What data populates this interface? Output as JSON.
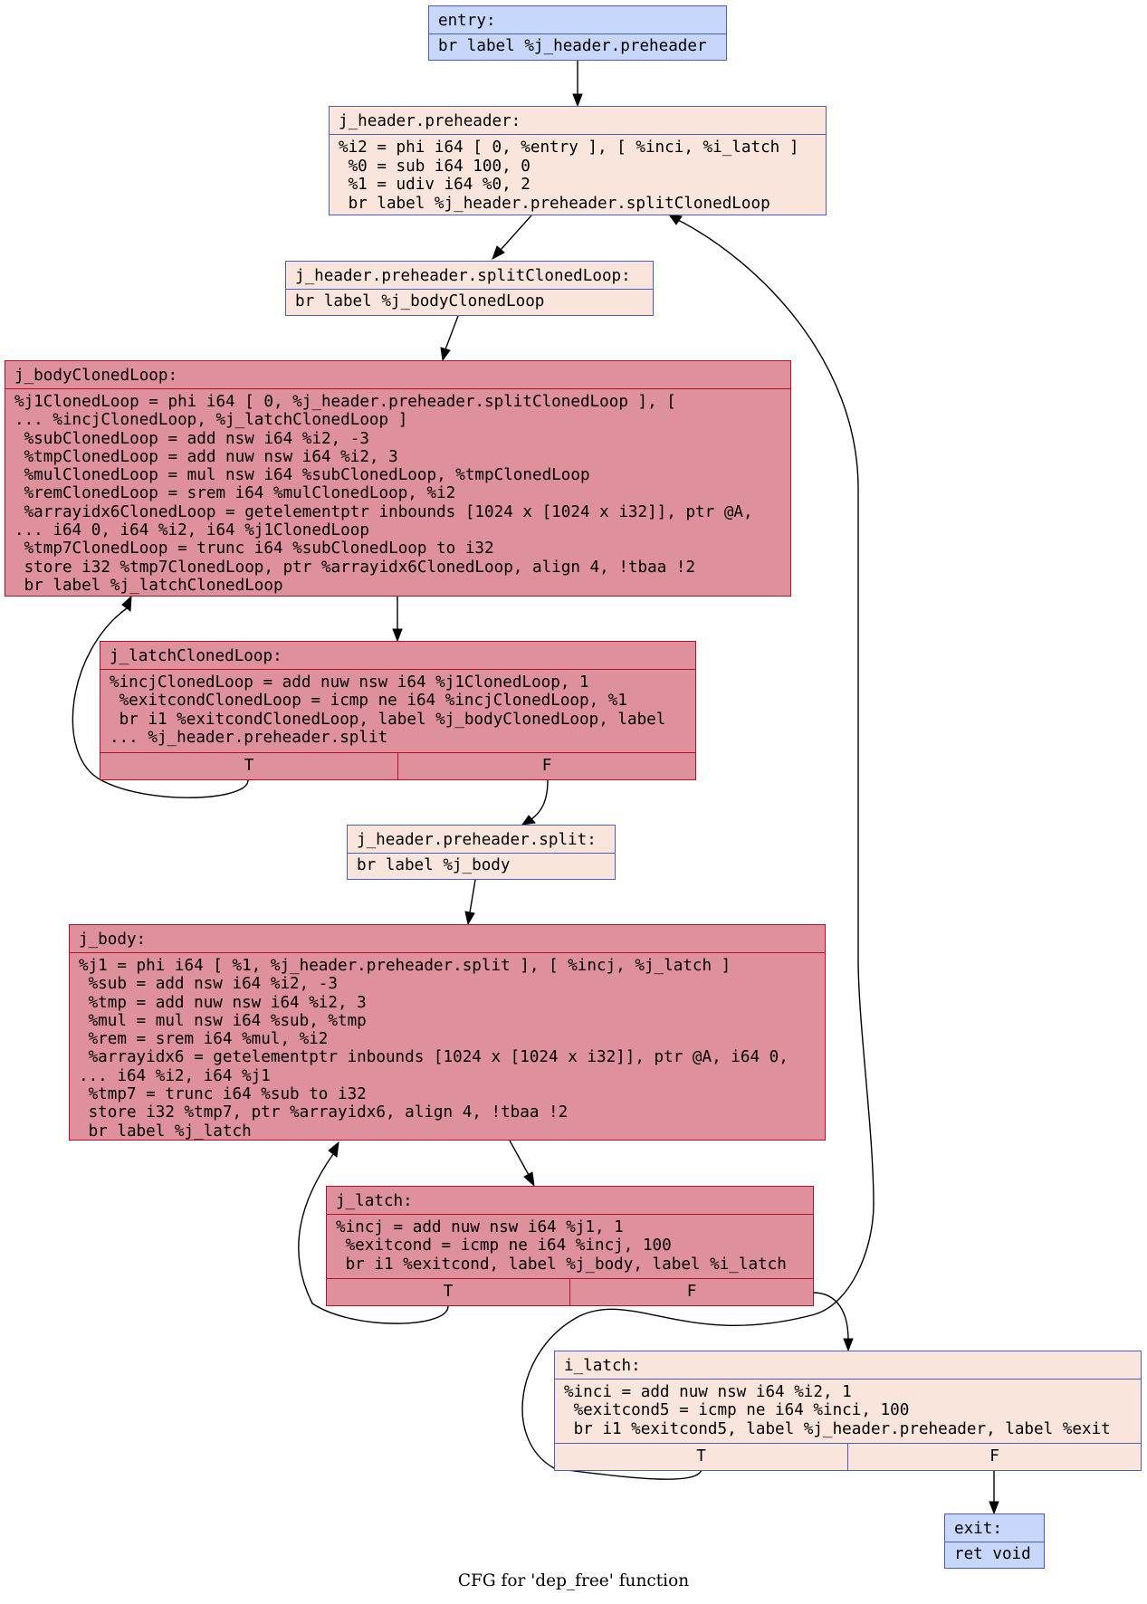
{
  "graph": {
    "caption": "CFG for 'dep_free' function",
    "colors": {
      "cold_fill": "#c7d7fb",
      "warm_fill": "#f9e5dc",
      "hot_fill": "#de919c",
      "cold_border": "#4a5fc1",
      "hot_border": "#b70d28"
    },
    "nodes": {
      "entry": {
        "title": "entry:",
        "body": "br label %j_header.preheader"
      },
      "preheader": {
        "title": "j_header.preheader:",
        "body": "%i2 = phi i64 [ 0, %entry ], [ %inci, %i_latch ]\n %0 = sub i64 100, 0\n %1 = udiv i64 %0, 2\n br label %j_header.preheader.splitClonedLoop"
      },
      "split_cloned": {
        "title": "j_header.preheader.splitClonedLoop:",
        "body": "br label %j_bodyClonedLoop"
      },
      "body_cloned": {
        "title": "j_bodyClonedLoop:",
        "body": "%j1ClonedLoop = phi i64 [ 0, %j_header.preheader.splitClonedLoop ], [\n... %incjClonedLoop, %j_latchClonedLoop ]\n %subClonedLoop = add nsw i64 %i2, -3\n %tmpClonedLoop = add nuw nsw i64 %i2, 3\n %mulClonedLoop = mul nsw i64 %subClonedLoop, %tmpClonedLoop\n %remClonedLoop = srem i64 %mulClonedLoop, %i2\n %arrayidx6ClonedLoop = getelementptr inbounds [1024 x [1024 x i32]], ptr @A,\n... i64 0, i64 %i2, i64 %j1ClonedLoop\n %tmp7ClonedLoop = trunc i64 %subClonedLoop to i32\n store i32 %tmp7ClonedLoop, ptr %arrayidx6ClonedLoop, align 4, !tbaa !2\n br label %j_latchClonedLoop"
      },
      "latch_cloned": {
        "title": "j_latchClonedLoop:",
        "body": "%incjClonedLoop = add nuw nsw i64 %j1ClonedLoop, 1\n %exitcondClonedLoop = icmp ne i64 %incjClonedLoop, %1\n br i1 %exitcondClonedLoop, label %j_bodyClonedLoop, label\n... %j_header.preheader.split",
        "true_label": "T",
        "false_label": "F"
      },
      "split": {
        "title": "j_header.preheader.split:",
        "body": "br label %j_body"
      },
      "body": {
        "title": "j_body:",
        "body": "%j1 = phi i64 [ %1, %j_header.preheader.split ], [ %incj, %j_latch ]\n %sub = add nsw i64 %i2, -3\n %tmp = add nuw nsw i64 %i2, 3\n %mul = mul nsw i64 %sub, %tmp\n %rem = srem i64 %mul, %i2\n %arrayidx6 = getelementptr inbounds [1024 x [1024 x i32]], ptr @A, i64 0,\n... i64 %i2, i64 %j1\n %tmp7 = trunc i64 %sub to i32\n store i32 %tmp7, ptr %arrayidx6, align 4, !tbaa !2\n br label %j_latch"
      },
      "latch": {
        "title": "j_latch:",
        "body": "%incj = add nuw nsw i64 %j1, 1\n %exitcond = icmp ne i64 %incj, 100\n br i1 %exitcond, label %j_body, label %i_latch",
        "true_label": "T",
        "false_label": "F"
      },
      "i_latch": {
        "title": "i_latch:",
        "body": "%inci = add nuw nsw i64 %i2, 1\n %exitcond5 = icmp ne i64 %inci, 100\n br i1 %exitcond5, label %j_header.preheader, label %exit",
        "true_label": "T",
        "false_label": "F"
      },
      "exit": {
        "title": "exit:",
        "body": "ret void"
      }
    }
  }
}
